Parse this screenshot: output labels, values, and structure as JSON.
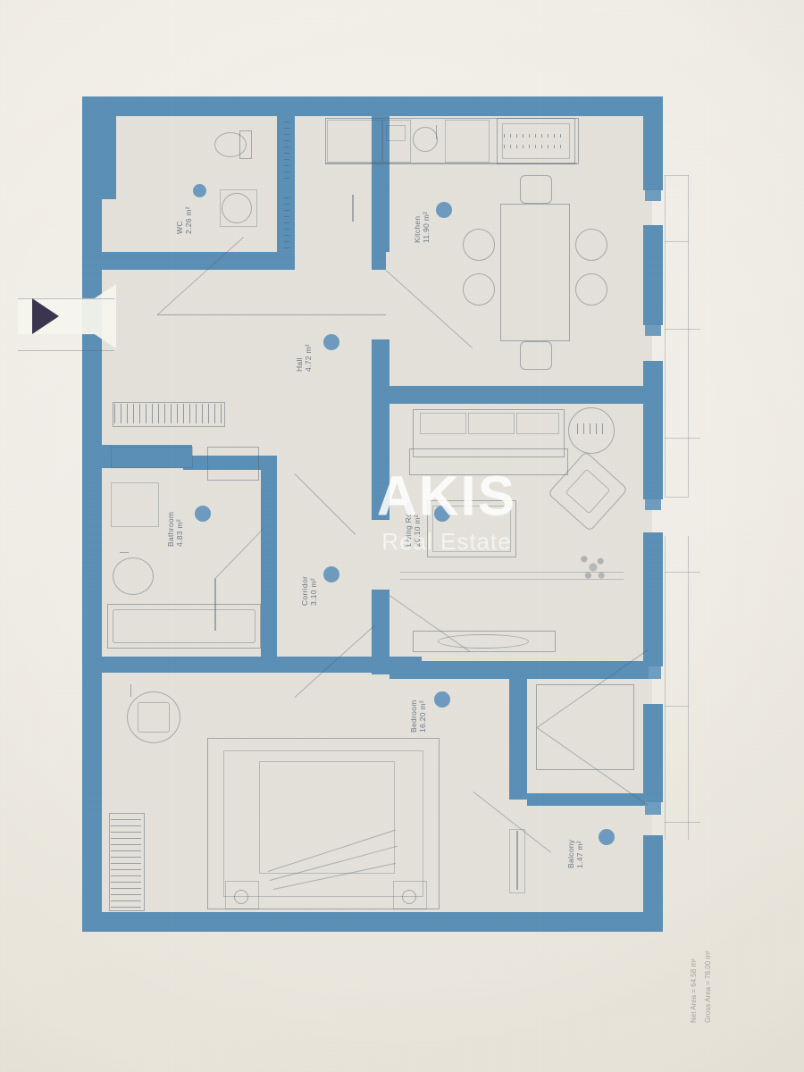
{
  "document": {
    "type": "apartment-floor-plan",
    "watermark": {
      "brand": "AKIS",
      "tagline": "Real Estate"
    },
    "entry_marker": "entrance-arrow"
  },
  "palette": {
    "wall": "#5b8fb5",
    "wall_light": "#6f9dc0",
    "floor": "#e3e1d9",
    "paper": "#efece4",
    "label_text": "#57647a",
    "marker_dot": "#5f92ba",
    "arrow": "#3b3550"
  },
  "rooms": [
    {
      "id": "wc",
      "name": "WC",
      "area": "2.26 m²",
      "label": "WC 2.26 m²"
    },
    {
      "id": "kitchen",
      "name": "Kitchen",
      "area": "11.90 m²",
      "label": "Kitchen 11.90 m²"
    },
    {
      "id": "hall",
      "name": "Hall",
      "area": "4.72 m²",
      "label": "Hall 4.72 m²"
    },
    {
      "id": "bathroom",
      "name": "Bathroom",
      "area": "4.83 m²",
      "label": "Bathroom 4.83 m²"
    },
    {
      "id": "corridor",
      "name": "Corridor",
      "area": "3.10 m²",
      "label": "Corridor 3.10 m²"
    },
    {
      "id": "living-room",
      "name": "Living Room",
      "area": "20.10 m²",
      "label": "Living Room 20.10 m²"
    },
    {
      "id": "bedroom",
      "name": "Bedroom",
      "area": "16.20 m²",
      "label": "Bedroom 16.20 m²"
    },
    {
      "id": "balcony",
      "name": "Balcony",
      "area": "1.47 m²",
      "label": "Balcony 1.47 m²"
    }
  ],
  "side_notes": {
    "line1": "Net Area = 64.58 m²",
    "line2": "Gross Area = 78.00 m²"
  },
  "fixtures": {
    "wc": [
      "toilet",
      "washbasin"
    ],
    "kitchen": [
      "kitchen-counter",
      "sink",
      "cooktop",
      "refrigerator",
      "dining-table",
      "dining-chairs"
    ],
    "bathroom": [
      "bathtub",
      "washbasin",
      "toilet",
      "washing-machine"
    ],
    "living_room": [
      "sofa",
      "coffee-table",
      "armchair",
      "side-table",
      "potted-plant",
      "tv-unit"
    ],
    "bedroom": [
      "double-bed",
      "nightstand-left",
      "nightstand-right",
      "armchair",
      "wardrobe"
    ],
    "hall": [
      "shoe-cabinet"
    ],
    "balcony": [
      "storage-shaft"
    ]
  }
}
